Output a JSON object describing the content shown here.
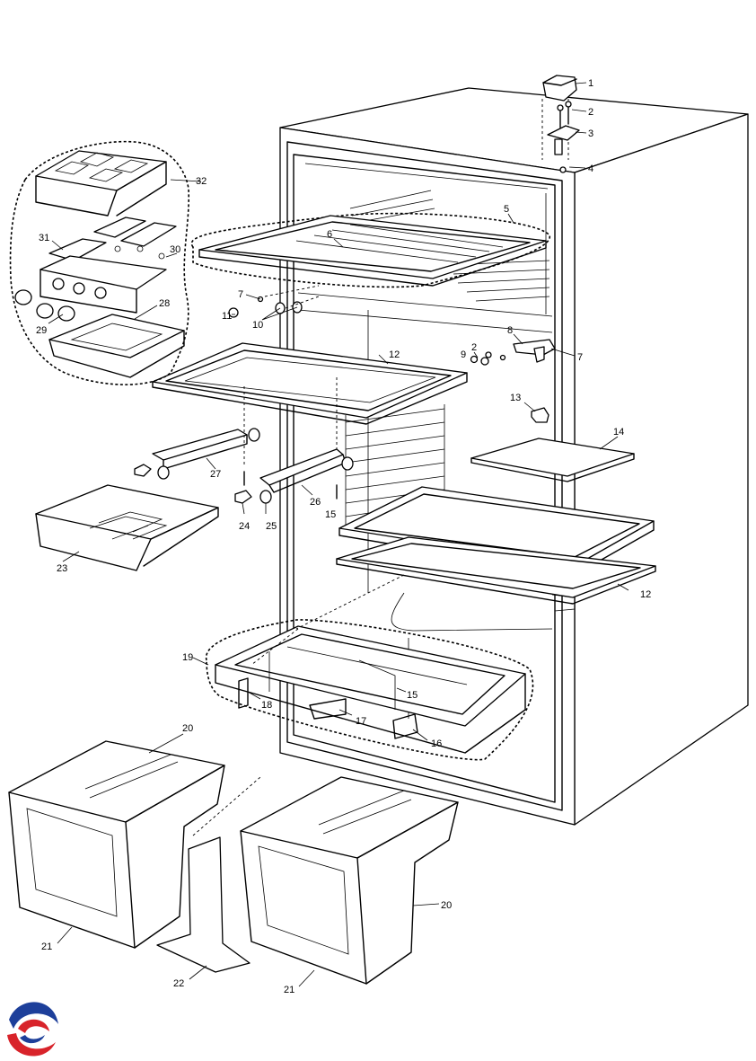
{
  "callouts": [
    {
      "id": "c1",
      "text": "1"
    },
    {
      "id": "c2a",
      "text": "2"
    },
    {
      "id": "c3",
      "text": "3"
    },
    {
      "id": "c4",
      "text": "4"
    },
    {
      "id": "c5",
      "text": "5"
    },
    {
      "id": "c6",
      "text": "6"
    },
    {
      "id": "c7a",
      "text": "7"
    },
    {
      "id": "c7b",
      "text": "7"
    },
    {
      "id": "c8",
      "text": "8"
    },
    {
      "id": "c2b",
      "text": "2"
    },
    {
      "id": "c9",
      "text": "9"
    },
    {
      "id": "c10",
      "text": "10"
    },
    {
      "id": "c11",
      "text": "11"
    },
    {
      "id": "c12a",
      "text": "12"
    },
    {
      "id": "c12b",
      "text": "12"
    },
    {
      "id": "c13",
      "text": "13"
    },
    {
      "id": "c14",
      "text": "14"
    },
    {
      "id": "c15a",
      "text": "15"
    },
    {
      "id": "c15b",
      "text": "15"
    },
    {
      "id": "c16",
      "text": "16"
    },
    {
      "id": "c17",
      "text": "17"
    },
    {
      "id": "c18",
      "text": "18"
    },
    {
      "id": "c19",
      "text": "19"
    },
    {
      "id": "c20a",
      "text": "20"
    },
    {
      "id": "c20b",
      "text": "20"
    },
    {
      "id": "c21a",
      "text": "21"
    },
    {
      "id": "c21b",
      "text": "21"
    },
    {
      "id": "c22",
      "text": "22"
    },
    {
      "id": "c23",
      "text": "23"
    },
    {
      "id": "c24",
      "text": "24"
    },
    {
      "id": "c25",
      "text": "25"
    },
    {
      "id": "c26",
      "text": "26"
    },
    {
      "id": "c27",
      "text": "27"
    },
    {
      "id": "c28",
      "text": "28"
    },
    {
      "id": "c29",
      "text": "29"
    },
    {
      "id": "c30",
      "text": "30"
    },
    {
      "id": "c31",
      "text": "31"
    },
    {
      "id": "c32",
      "text": "32"
    }
  ],
  "icons": {
    "logo": "brand-swirl-logo"
  },
  "colors": {
    "logo_red": "#d8232a",
    "logo_blue": "#1d3f9a",
    "line": "#000000",
    "background": "#ffffff"
  }
}
